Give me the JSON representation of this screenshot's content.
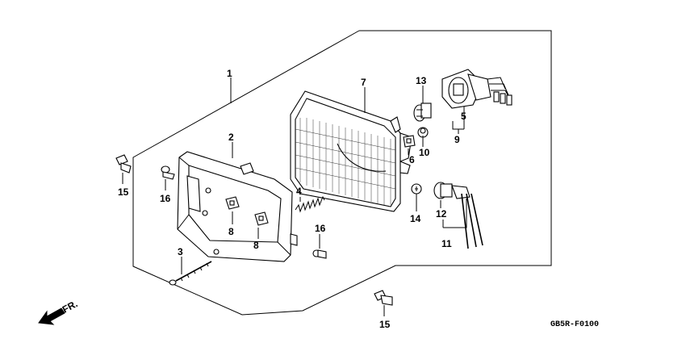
{
  "diagram": {
    "code": "GB5R-F0100",
    "direction_label": "FR.",
    "labels": {
      "p1": "1",
      "p2": "2",
      "p3": "3",
      "p4": "4",
      "p5": "5",
      "p6": "6",
      "p7": "7",
      "p8a": "8",
      "p8b": "8",
      "p9": "9",
      "p10": "10",
      "p11": "11",
      "p12": "12",
      "p13": "13",
      "p14": "14",
      "p15a": "15",
      "p15b": "15",
      "p16a": "16",
      "p16b": "16"
    }
  }
}
